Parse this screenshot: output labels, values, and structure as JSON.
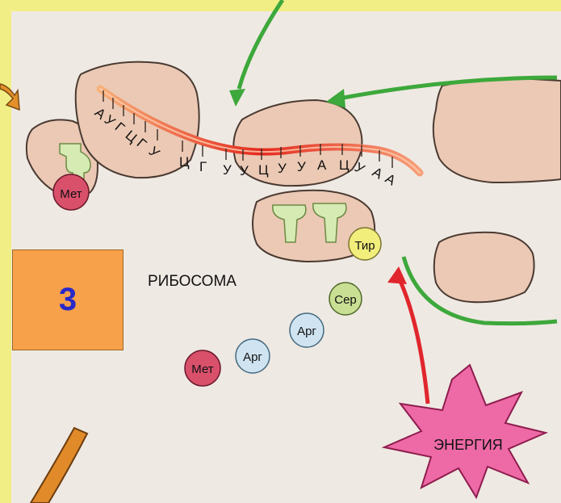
{
  "step_number": "3",
  "labels": {
    "ribosome": "РИБОСОМА",
    "energy": "ЭНЕРГИЯ"
  },
  "mrna_codons": [
    "А",
    "У",
    "Г",
    "Ц",
    "Г",
    "У",
    "Ц",
    "Г",
    "У",
    "У",
    "Ц",
    "У",
    "У",
    "А",
    "Ц",
    "У",
    "А",
    "А"
  ],
  "amino_acids": {
    "bound_left": "Мет",
    "trna_attached": "Тир",
    "free": [
      "Сер",
      "Арг",
      "Арг",
      "Мет"
    ]
  },
  "colors": {
    "background": "#f2ee86",
    "panel": "#efe9e3",
    "ribosome": "#ebc9b4",
    "trna": "#d6eab4",
    "met": "#d9506b",
    "tyr": "#f2ee7c",
    "ser": "#c9df93",
    "arg": "#cfe3f0",
    "arrow_green": "#3da83b",
    "arrow_red": "#e0262c",
    "arrow_orange": "#e3902a",
    "energy_burst": "#ee6aa6",
    "step_box": "#f7a14a",
    "step_text": "#2929c9"
  }
}
